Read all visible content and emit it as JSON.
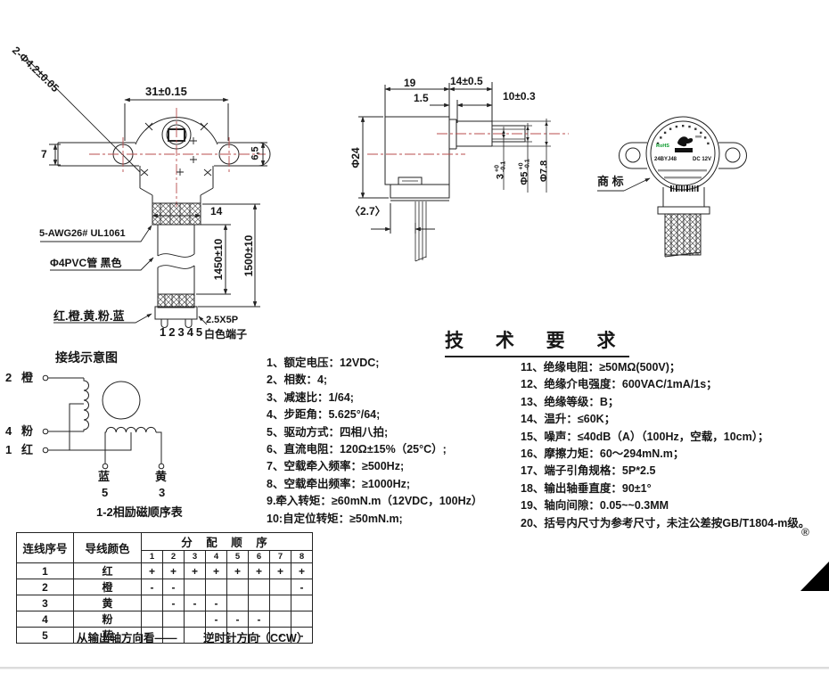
{
  "front_view": {
    "dim_holes_diagonal": "2-Φ4.2±0.05",
    "dim_width_top": "31±0.15",
    "dim_plate_left": "7",
    "dim_plate_right": "6,5",
    "dim_wire_bundle": "14",
    "label_wires": "5-AWG26# UL1061",
    "label_tube": "Φ4PVC管 黑色",
    "dim_tube_length": "1450±10",
    "dim_total_length": "1500±10",
    "label_wire_colors": "红.橙.黄.粉.蓝",
    "label_pin_numbers": "12345",
    "label_connector_spec": "2.5X5P",
    "label_connector_type": "白色端子"
  },
  "side_view": {
    "dim_body_length": "19",
    "dim_bushing": "14±0.5",
    "dim_collar": "1.5",
    "dim_shaft_length": "10±0.3",
    "dim_body_dia": "Φ24",
    "dim_flat": {
      "main": "3",
      "tol_upper": "+0",
      "tol_lower": "-0.1"
    },
    "dim_shaft_dia": {
      "main": "Φ5",
      "tol_upper": "+0",
      "tol_lower": "-0.1"
    },
    "dim_bushing_dia": "Φ7.8",
    "dim_wire_offset": "〈2.7〉"
  },
  "trademark_view": {
    "label_trademark": "商 标",
    "nameplate_rohs": "RoHS",
    "nameplate_model": "24BYJ48",
    "nameplate_voltage": "DC 12V"
  },
  "wiring_diagram": {
    "title": "接线示意图",
    "terminal_2_no": "2",
    "terminal_2_color": "橙",
    "terminal_4_no": "4",
    "terminal_4_color": "粉",
    "terminal_1_no": "1",
    "terminal_1_color": "红",
    "terminal_5_color": "蓝",
    "terminal_5_no": "5",
    "terminal_3_color": "黄",
    "terminal_3_no": "3"
  },
  "specs_left": {
    "items": [
      "1、额定电压：12VDC;",
      "2、相数：4;",
      "3、减速比：1/64;",
      "4、步距角：5.625°/64;",
      "5、驱动方式：四相八拍;",
      "6、直流电阻：120Ω±15%（25°C）;",
      "7、空载牵入频率：≥500Hz;",
      "8、空载牵出频率：≥1000Hz;",
      "9.牵入转矩：≥60mN.m（12VDC，100Hz）",
      "10:自定位转矩：≥50mN.m;"
    ]
  },
  "tech_requirements": {
    "title": "技 术 要 求",
    "items": [
      "11、绝缘电阻：≥50MΩ(500V)；",
      "12、绝缘介电强度：600VAC/1mA/1s；",
      "13、绝缘等级：B；",
      "14、温升：≤60K；",
      "15、噪声：≤40dB（A）（100Hz，空载，10cm）；",
      "16、摩擦力矩：60～294mN.m；",
      "17、端子引角规格：5P*2.5",
      "18、输出轴垂直度：90±1°",
      "19、轴向间隙：0.05~~0.3MM",
      "20、括号内尺寸为参考尺寸，未注公差按GB/T1804-m级。"
    ]
  },
  "sequence_table": {
    "title": "1-2相励磁顺序表",
    "col_wire_no": "连线序号",
    "col_wire_color": "导线颜色",
    "col_sequence": "分 配 顺 序",
    "sequence_steps": [
      "1",
      "2",
      "3",
      "4",
      "5",
      "6",
      "7",
      "8"
    ],
    "rows": [
      {
        "no": "1",
        "color": "红",
        "marks": [
          "+",
          "+",
          "+",
          "+",
          "+",
          "+",
          "+",
          "+"
        ]
      },
      {
        "no": "2",
        "color": "橙",
        "marks": [
          "-",
          "-",
          "",
          "",
          "",
          "",
          "",
          "-"
        ]
      },
      {
        "no": "3",
        "color": "黄",
        "marks": [
          "",
          "-",
          "-",
          "-",
          "",
          "",
          "",
          ""
        ]
      },
      {
        "no": "4",
        "color": "粉",
        "marks": [
          "",
          "",
          "",
          "-",
          "-",
          "-",
          "",
          ""
        ]
      },
      {
        "no": "5",
        "color": "蓝",
        "marks": [
          "",
          "",
          "",
          "",
          "",
          "-",
          "-",
          "-"
        ]
      }
    ],
    "note_left": "从输出轴方向看——",
    "note_right": "逆时针方向（CCW）"
  },
  "misc": {
    "registered_mark": "®",
    "accent_red": "#b84c4c",
    "rohs_green": "#089a2a"
  }
}
